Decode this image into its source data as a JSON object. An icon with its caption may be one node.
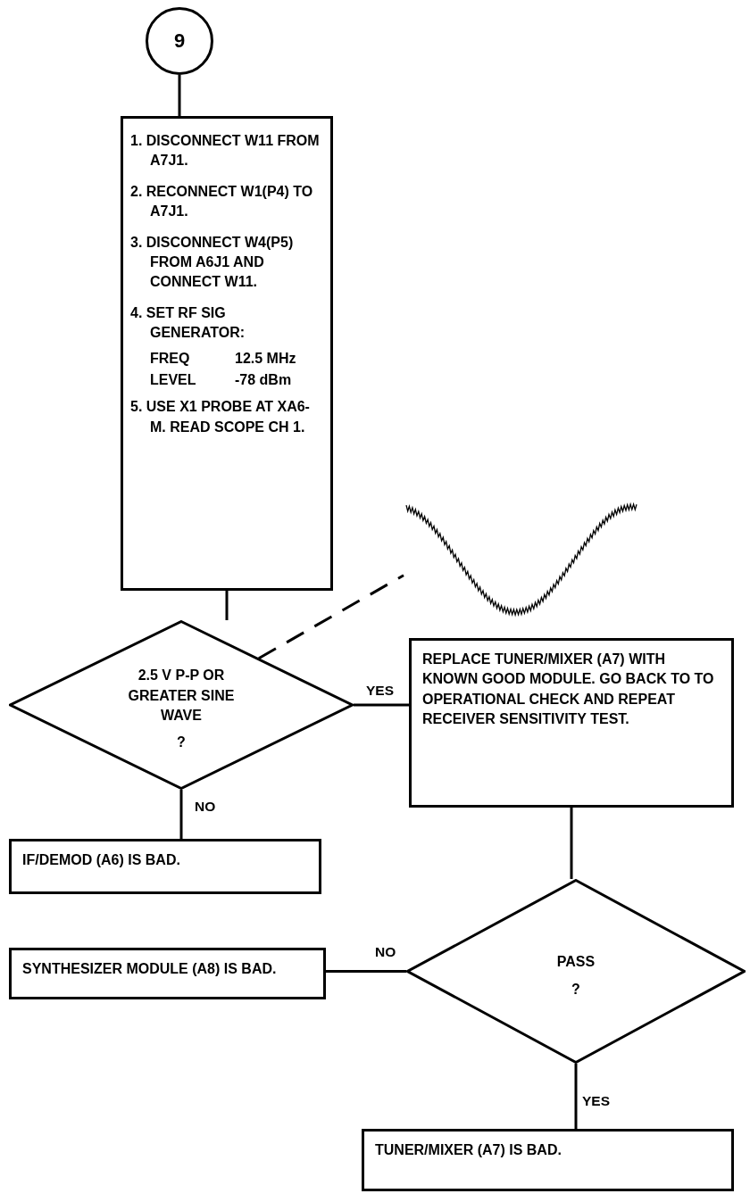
{
  "diagram": {
    "nodes": [
      {
        "text": [
          "9"
        ]
      },
      {
        "text": [
          "1. DISCONNECT W11 FROM A7J1.",
          "2. RECONNECT W1(P4) TO A7J1.",
          "3. DISCONNECT W4(P5) FROM A6J1 AND CONNECT W11.",
          "4. SET RF SIG GENERATOR:",
          "FREQ",
          "12.5 MHz",
          "LEVEL",
          "-78 dBm",
          "5. USE X1 PROBE AT XA6-M. READ SCOPE CH 1."
        ]
      },
      {
        "text": [],
        "shape": "picture"
      },
      {
        "text": [
          "2.5 V P-P OR GREATER SINE WAVE",
          "?"
        ]
      },
      {
        "text": [
          "REPLACE TUNER/MIXER (A7) WITH KNOWN GOOD MODULE. GO BACK TO TO OPERATIONAL CHECK AND REPEAT RECEIVER SENSITIVITY TEST."
        ]
      },
      {
        "text": [
          "IF/DEMOD (A6) IS BAD."
        ]
      },
      {
        "text": [
          "SYNTHESIZER MODULE (A8) IS BAD."
        ]
      },
      {
        "text": [
          "PASS",
          "?"
        ]
      },
      {
        "text": [
          "TUNER/MIXER (A7) IS BAD."
        ]
      }
    ],
    "edges": [
      {
        "from": 0,
        "to": 1,
        "arrow": "none"
      },
      {
        "from": 1,
        "to": 3,
        "arrow": "none"
      },
      {
        "from": 3,
        "to": 2,
        "arrow": "none",
        "style": "dashed"
      },
      {
        "from": 3,
        "to": 4,
        "arrow": "none",
        "label": "YES"
      },
      {
        "from": 3,
        "to": 5,
        "arrow": "none",
        "label": "NO"
      },
      {
        "from": 4,
        "to": 7,
        "arrow": "none"
      },
      {
        "from": 7,
        "to": 6,
        "arrow": "none",
        "label": "NO"
      },
      {
        "from": 7,
        "to": 8,
        "arrow": "none",
        "label": "YES"
      }
    ]
  }
}
